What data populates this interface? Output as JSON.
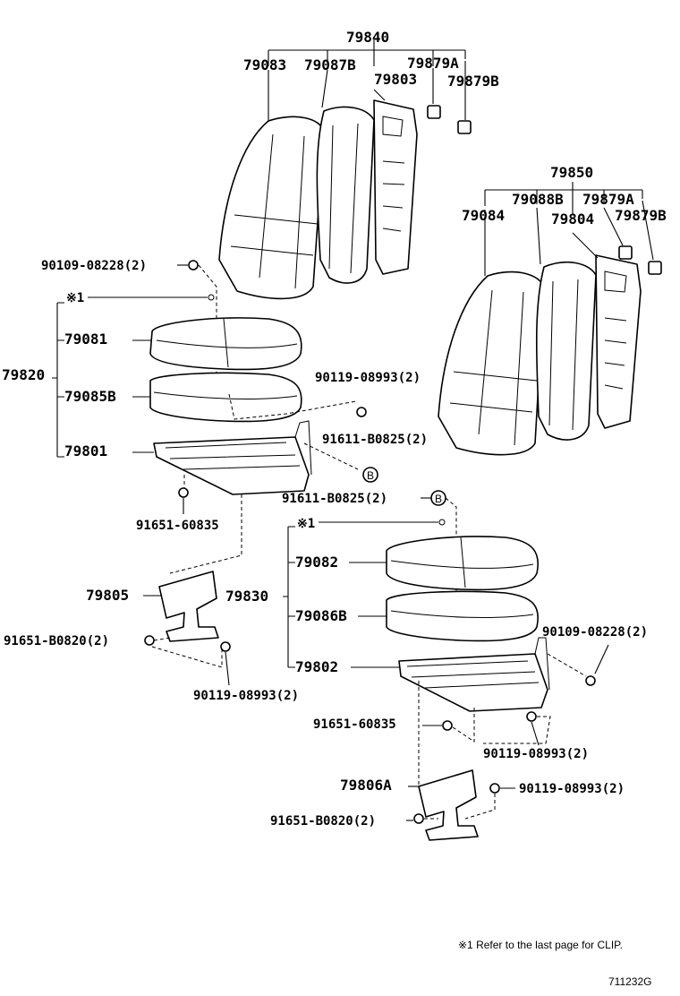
{
  "labels": {
    "a79840": "79840",
    "a79083": "79083",
    "a79087b": "79087B",
    "a79879a_1": "79879A",
    "a79803": "79803",
    "a79879b_1": "79879B",
    "a79850": "79850",
    "a79084": "79084",
    "a79088b": "79088B",
    "a79879a_2": "79879A",
    "a79804": "79804",
    "a79879b_2": "79879B",
    "b90109_08228_1": "90109-08228(2)",
    "clip_1": "※1",
    "a79820": "79820",
    "a79081": "79081",
    "a79085b": "79085B",
    "a79801": "79801",
    "b90119_08993_1": "90119-08993(2)",
    "b91611_b0825_1": "91611-B0825(2)",
    "b91611_b0825_2": "91611-B0825(2)",
    "circle_b_1": "B",
    "circle_b_2": "B",
    "b91651_60835_1": "91651-60835",
    "clip_2": "※1",
    "a79082": "79082",
    "a79805": "79805",
    "a79830": "79830",
    "a79086b": "79086B",
    "b91651_b0820_1": "91651-B0820(2)",
    "b90109_08228_2": "90109-08228(2)",
    "a79802": "79802",
    "b90119_08993_2": "90119-08993(2)",
    "b91651_60835_2": "91651-60835",
    "b90119_08993_3": "90119-08993(2)",
    "a79806a": "79806A",
    "b90119_08993_4": "90119-08993(2)",
    "b91651_b0820_2": "91651-B0820(2)"
  },
  "footnote": "※1   Refer to the last page for CLIP.",
  "figure_code": "711232G"
}
